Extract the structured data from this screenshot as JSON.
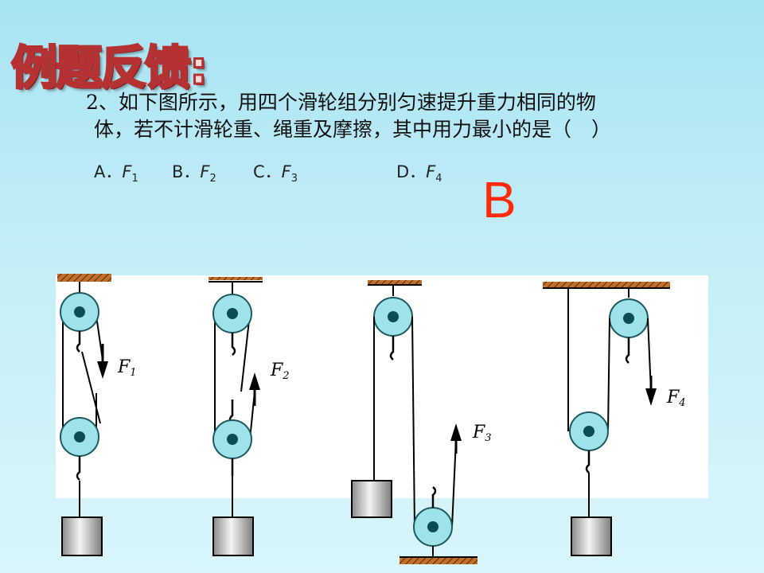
{
  "slide": {
    "title": "例题反馈:",
    "question_line1": "2、如下图所示，用四个滑轮组分别匀速提升重力相同的物",
    "question_line2": "体，若不计滑轮重、绳重及摩擦，其中用力最小的是（　）",
    "options": [
      {
        "letter": "A．",
        "force": "F",
        "sub": "1"
      },
      {
        "letter": "B．",
        "force": "F",
        "sub": "2"
      },
      {
        "letter": "C．",
        "force": "F",
        "sub": "3"
      },
      {
        "letter": "D．",
        "force": "F",
        "sub": "4"
      }
    ],
    "answer": "B"
  },
  "figure": {
    "labels": [
      {
        "force": "F",
        "sub": "1"
      },
      {
        "force": "F",
        "sub": "2"
      },
      {
        "force": "F",
        "sub": "3"
      },
      {
        "force": "F",
        "sub": "4"
      }
    ],
    "colors": {
      "ceiling": "#c0702a",
      "pulley": "#9fe3ea",
      "pulley_hub": "#0d4b55",
      "weight": "#c8c8c8"
    }
  }
}
